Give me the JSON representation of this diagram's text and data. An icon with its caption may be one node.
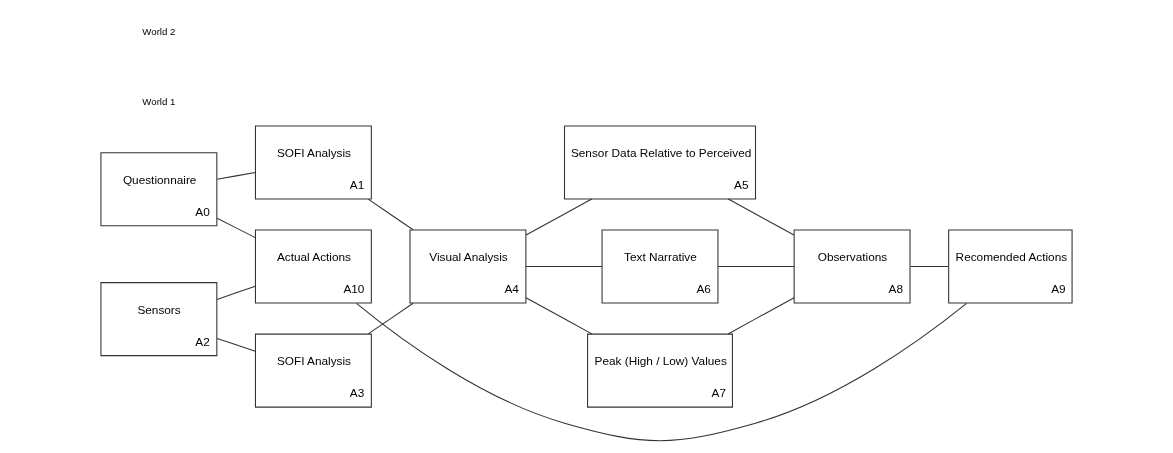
{
  "diagram": {
    "nodes": [
      {
        "text": [
          "Questionnaire",
          "A0"
        ]
      },
      {
        "text": [
          "SOFI Analysis",
          "A1"
        ]
      },
      {
        "text": [
          "Sensors",
          "A2"
        ]
      },
      {
        "text": [
          "SOFI Analysis",
          "A3"
        ]
      },
      {
        "text": [
          "Visual Analysis",
          "A4"
        ]
      },
      {
        "text": [
          "Sensor Data Relative to Perceived",
          "A5"
        ]
      },
      {
        "text": [
          "Text Narrative",
          "A6"
        ]
      },
      {
        "text": [
          "Peak (High / Low) Values",
          "A7"
        ]
      },
      {
        "text": [
          "Observations",
          "A8"
        ]
      },
      {
        "text": [
          "Recomended Actions",
          "A9"
        ]
      },
      {
        "text": [
          "Actual Actions",
          "A10"
        ]
      }
    ],
    "edges": [
      {
        "from": 0,
        "to": 1,
        "arrow": "none"
      },
      {
        "from": 1,
        "to": 4,
        "arrow": "none"
      },
      {
        "from": 2,
        "to": 3,
        "arrow": "none"
      },
      {
        "from": 3,
        "to": 4,
        "arrow": "none"
      },
      {
        "from": 4,
        "to": 5,
        "arrow": "none"
      },
      {
        "from": 4,
        "to": 6,
        "arrow": "none"
      },
      {
        "from": 4,
        "to": 7,
        "arrow": "none"
      },
      {
        "from": 5,
        "to": 8,
        "arrow": "none"
      },
      {
        "from": 6,
        "to": 8,
        "arrow": "none"
      },
      {
        "from": 7,
        "to": 8,
        "arrow": "none"
      },
      {
        "from": 8,
        "to": 9,
        "arrow": "none"
      },
      {
        "from": 9,
        "to": 10,
        "arrow": "none"
      },
      {
        "from": 0,
        "to": 10,
        "arrow": "none"
      },
      {
        "from": 2,
        "to": 10,
        "arrow": "none"
      }
    ],
    "labels": [
      "World 1",
      "World 2"
    ]
  }
}
